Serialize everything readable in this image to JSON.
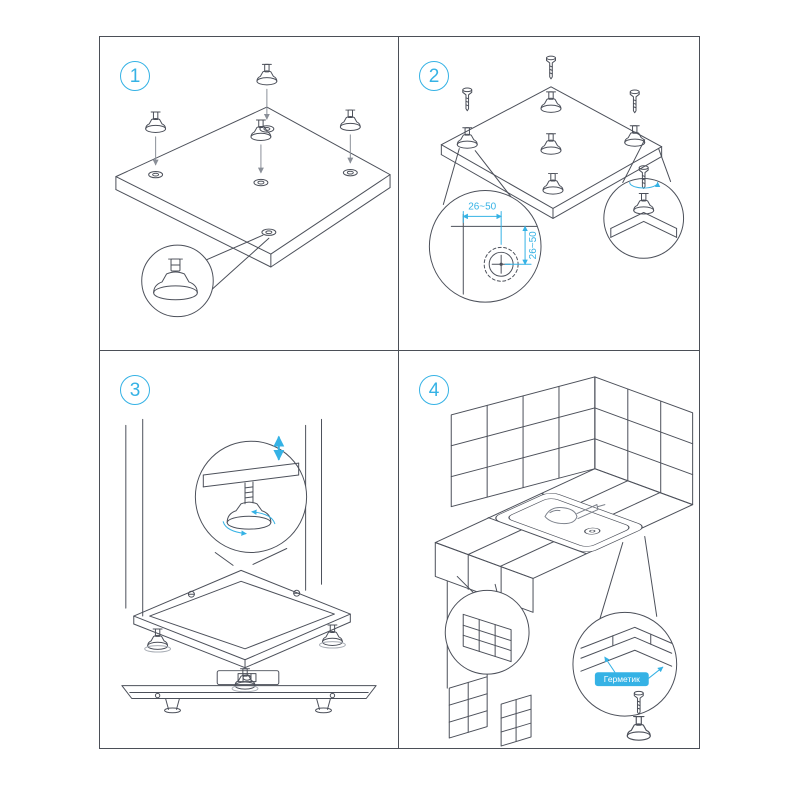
{
  "figure": {
    "panels": [
      {
        "number": "1"
      },
      {
        "number": "2",
        "dimensions": {
          "horizontal": "26~50",
          "vertical": "26~50"
        }
      },
      {
        "number": "3"
      },
      {
        "number": "4",
        "labels": {
          "sealant": "Герметик"
        }
      }
    ]
  },
  "colors": {
    "accent": "#35b2e5",
    "line": "#4c505a",
    "line_light": "#a7acb4",
    "arrow_gray": "#8a8f98"
  }
}
